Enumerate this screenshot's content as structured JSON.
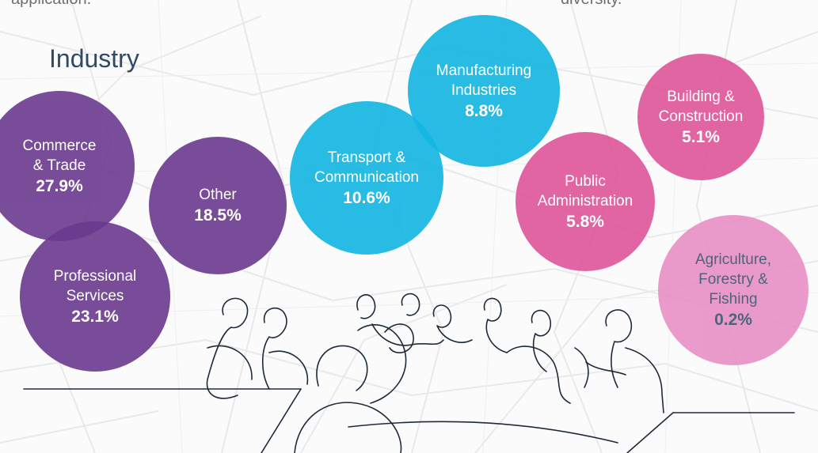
{
  "header": {
    "top_left_text": "application.",
    "top_right_text": "diversity.",
    "title": "Industry"
  },
  "colors": {
    "purple": "#6a3a8f",
    "cyan": "#12b6e3",
    "pink": "#e0559a",
    "light_pink": "#e68ac3",
    "heading": "#2e4a66"
  },
  "chart_data": {
    "type": "bubble",
    "title": "Industry",
    "unit": "%",
    "categories": [
      "Commerce & Trade",
      "Professional Services",
      "Other",
      "Transport & Communication",
      "Manufacturing Industries",
      "Public Administration",
      "Building & Construction",
      "Agriculture, Forestry & Fishing"
    ],
    "values": [
      27.9,
      23.1,
      18.5,
      10.6,
      8.8,
      5.8,
      5.1,
      0.2
    ],
    "bubbles": [
      {
        "label": "Commerce\n& Trade",
        "display": "27.9%",
        "value": 27.9,
        "group": "purple"
      },
      {
        "label": "Professional\nServices",
        "display": "23.1%",
        "value": 23.1,
        "group": "purple"
      },
      {
        "label": "Other",
        "display": "18.5%",
        "value": 18.5,
        "group": "purple"
      },
      {
        "label": "Transport &\nCommunication",
        "display": "10.6%",
        "value": 10.6,
        "group": "cyan"
      },
      {
        "label": "Manufacturing\nIndustries",
        "display": "8.8%",
        "value": 8.8,
        "group": "cyan"
      },
      {
        "label": "Public\nAdministration",
        "display": "5.8%",
        "value": 5.8,
        "group": "pink"
      },
      {
        "label": "Building &\nConstruction",
        "display": "5.1%",
        "value": 5.1,
        "group": "pink"
      },
      {
        "label": "Agriculture,\nForestry &\nFishing",
        "display": "0.2%",
        "value": 0.2,
        "group": "light_pink"
      }
    ]
  }
}
